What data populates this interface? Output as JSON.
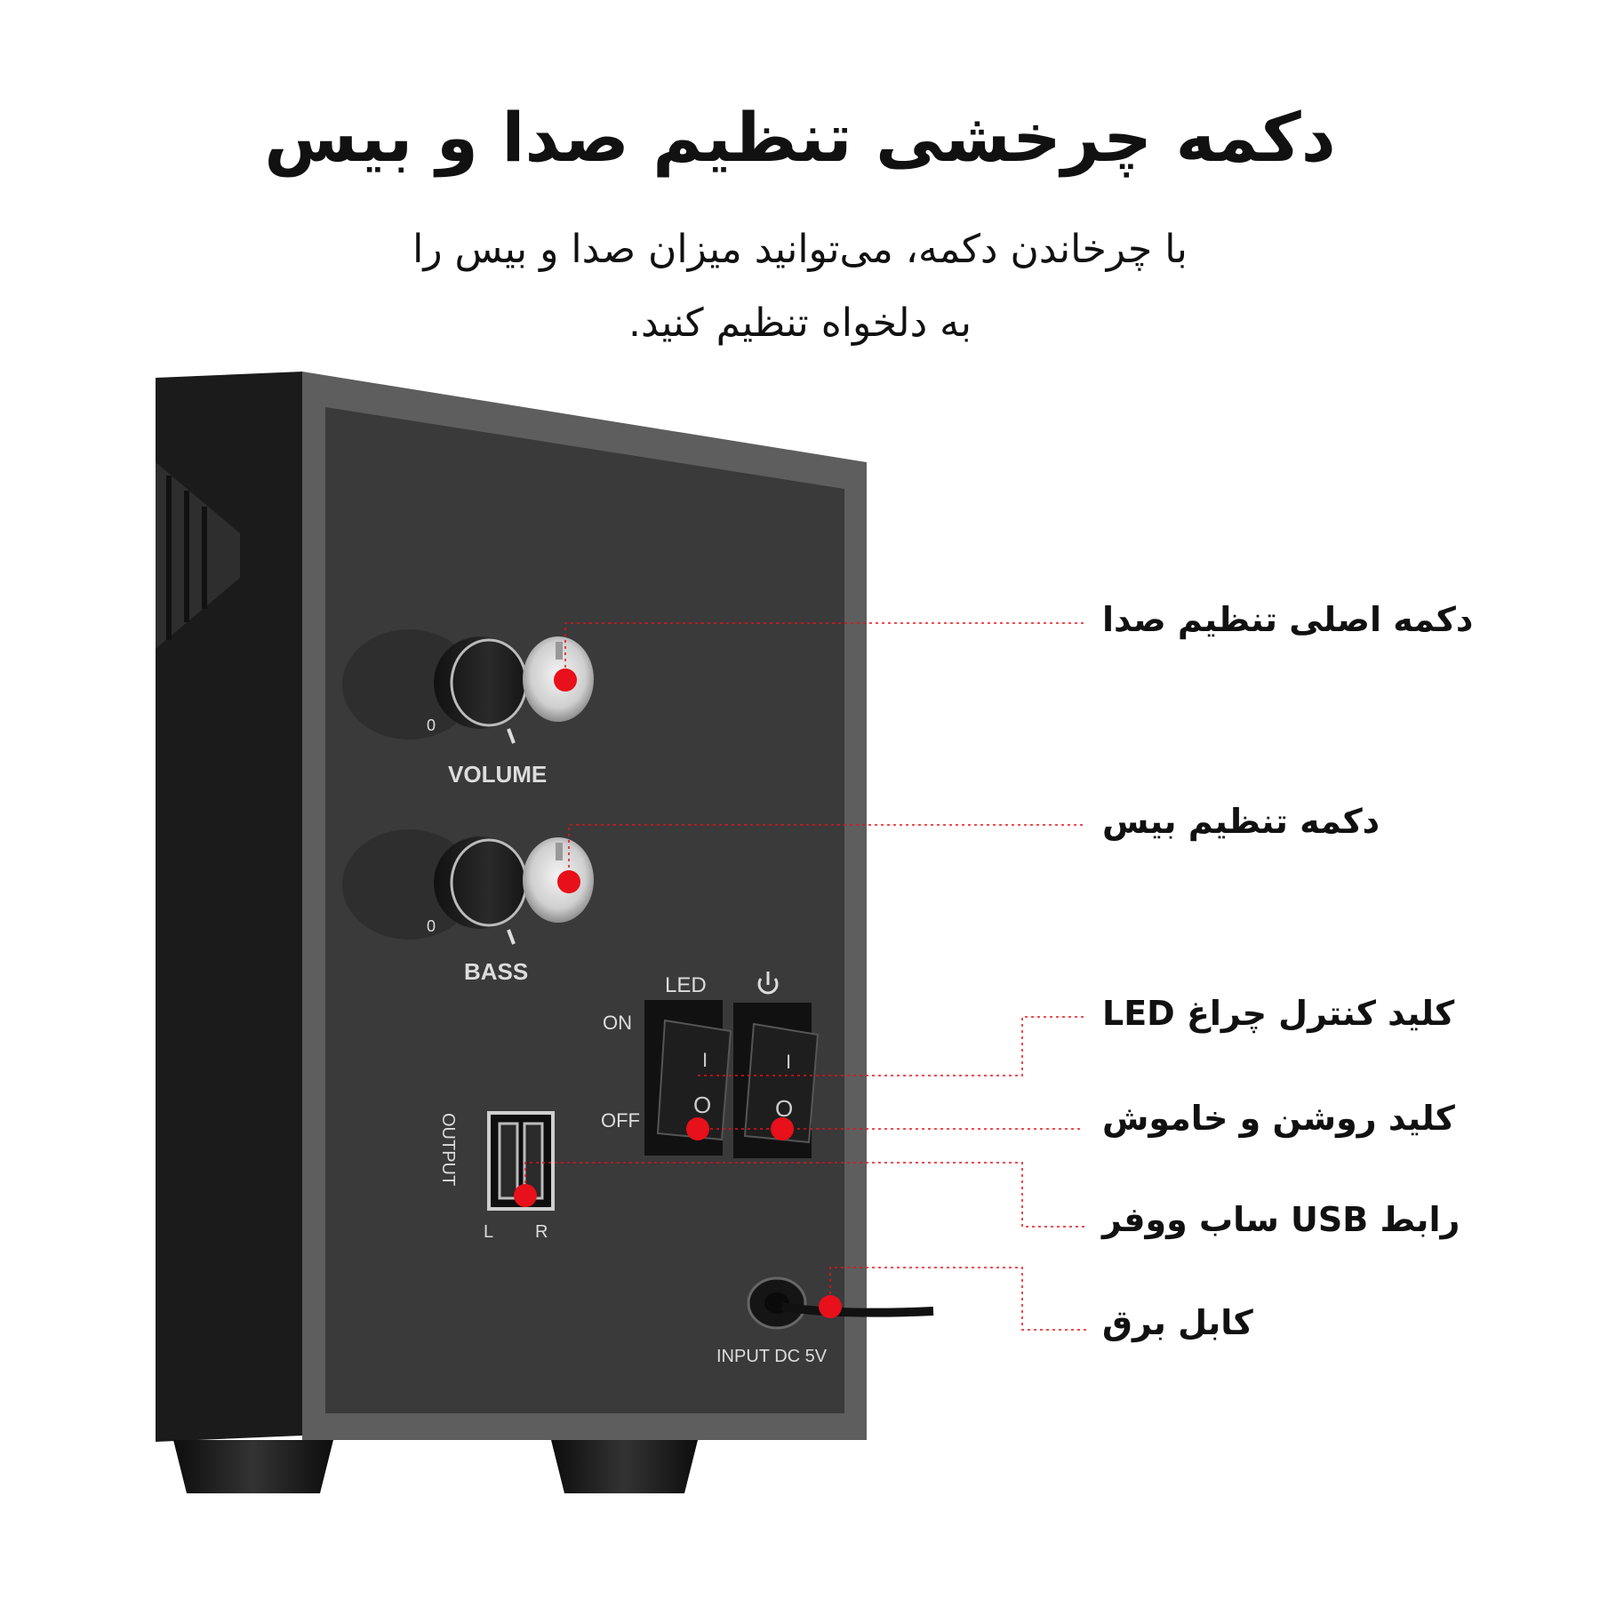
{
  "heading": "دکمه چرخشی تنظیم صدا و بیس",
  "description": {
    "line1": "با چرخاندن دکمه، می‌توانید میزان صدا و بیس را",
    "line2": "به دلخواه تنظیم کنید."
  },
  "callouts": {
    "volume": "دکمه اصلی تنظیم صدا",
    "bass": "دکمه تنظیم بیس",
    "led": "کلید کنترل چراغ LED",
    "power": "کلید روشن و خاموش",
    "usb": "رابط USB ساب ووفر",
    "cable": "کابل برق"
  },
  "panel": {
    "volume_label": "VOLUME",
    "bass_label": "BASS",
    "led_label": "LED",
    "on_label": "ON",
    "off_label": "OFF",
    "output_label": "OUTPUT",
    "left_label": "L",
    "right_label": "R",
    "input_label": "INPUT DC 5V",
    "knob_min_label": "0",
    "switch_on_mark": "I",
    "switch_off_mark": "O"
  },
  "colors": {
    "marker": "#e8101a",
    "panel": "#3a3a3a",
    "frame": "#5e5e5e"
  }
}
